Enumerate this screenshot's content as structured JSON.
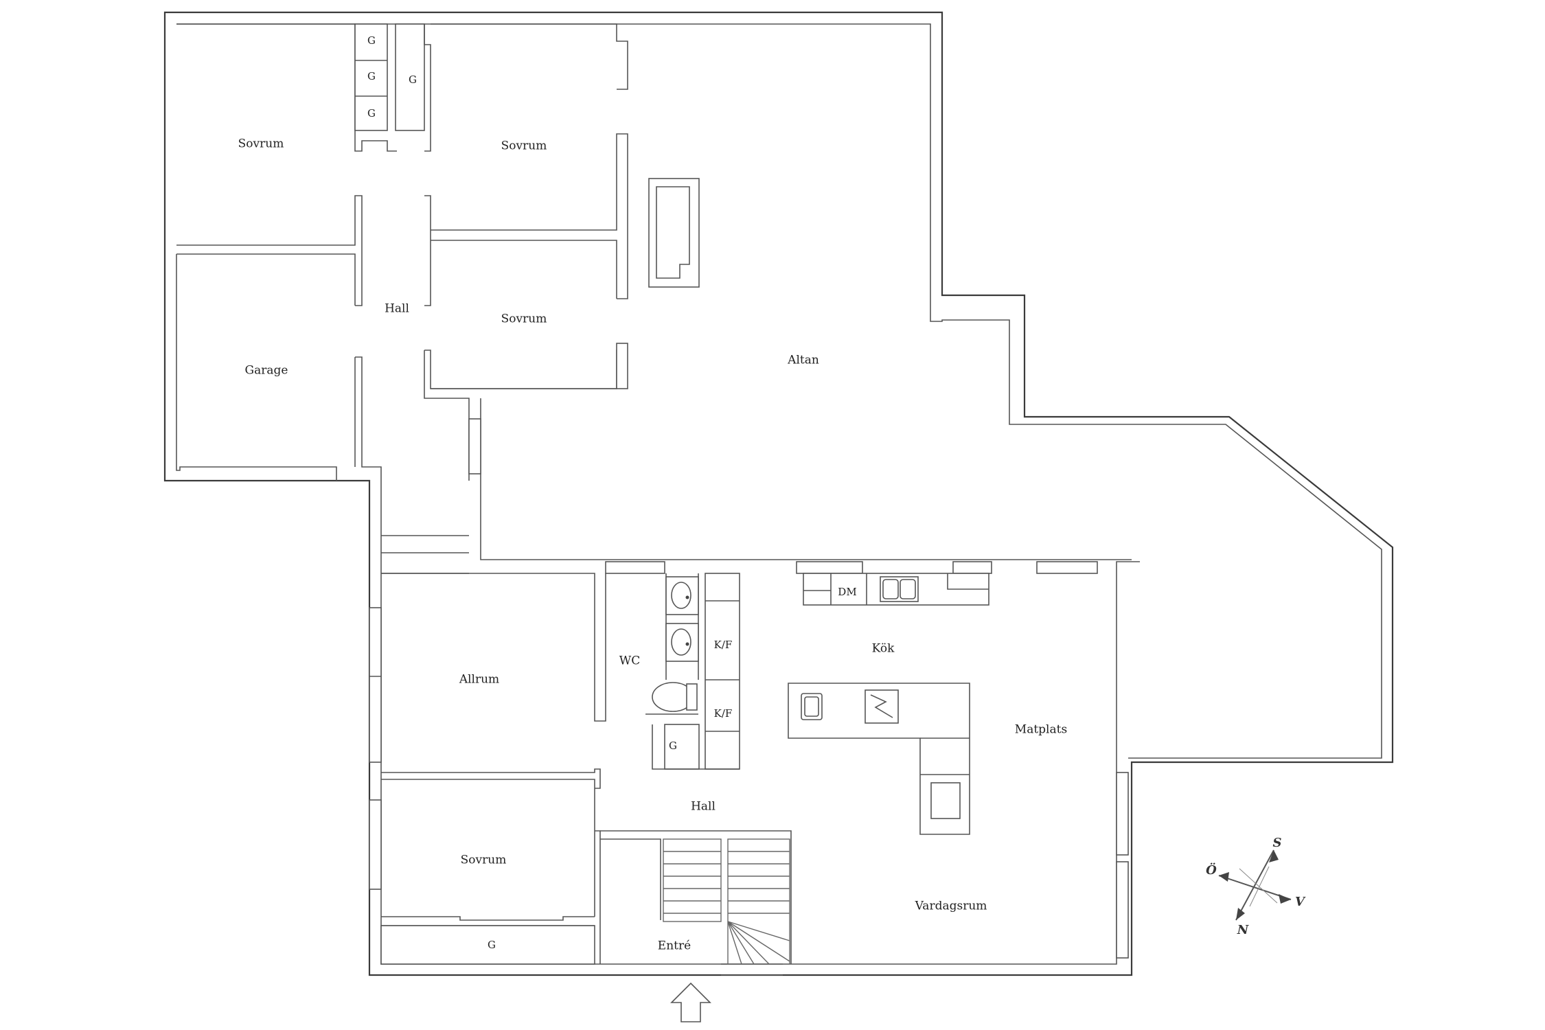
{
  "rooms": {
    "sovrum_1": "Sovrum",
    "sovrum_2": "Sovrum",
    "sovrum_3": "Sovrum",
    "sovrum_4": "Sovrum",
    "hall_upper": "Hall",
    "hall_lower": "Hall",
    "garage": "Garage",
    "altan": "Altan",
    "allrum": "Allrum",
    "wc": "WC",
    "kok": "Kök",
    "matplats": "Matplats",
    "vardagsrum": "Vardagsrum",
    "entre": "Entré"
  },
  "fixtures": {
    "g": "G",
    "kf": "K/F",
    "dm": "DM"
  },
  "compass": {
    "s": "S",
    "v": "V",
    "n": "N",
    "o": "Ö"
  }
}
